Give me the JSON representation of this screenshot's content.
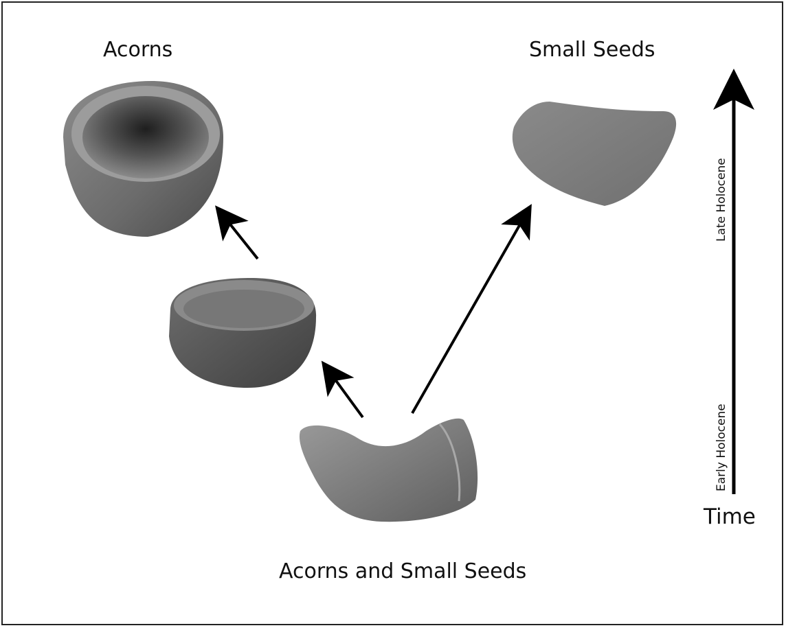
{
  "labels": {
    "acorns": "Acorns",
    "small_seeds": "Small Seeds",
    "acorns_and_small_seeds": "Acorns and Small Seeds",
    "time": "Time",
    "late_holocene": "Late Holocene",
    "early_holocene": "Early Holocene"
  },
  "colors": {
    "stone_dark": "#4a4a4a",
    "stone_mid": "#7a7a7a",
    "stone_light": "#a8a8a8",
    "ink": "#000000"
  },
  "icons": [
    "deep-mortar-image",
    "bowl-mortar-image",
    "milling-slab-image",
    "shallow-mortar-image"
  ]
}
